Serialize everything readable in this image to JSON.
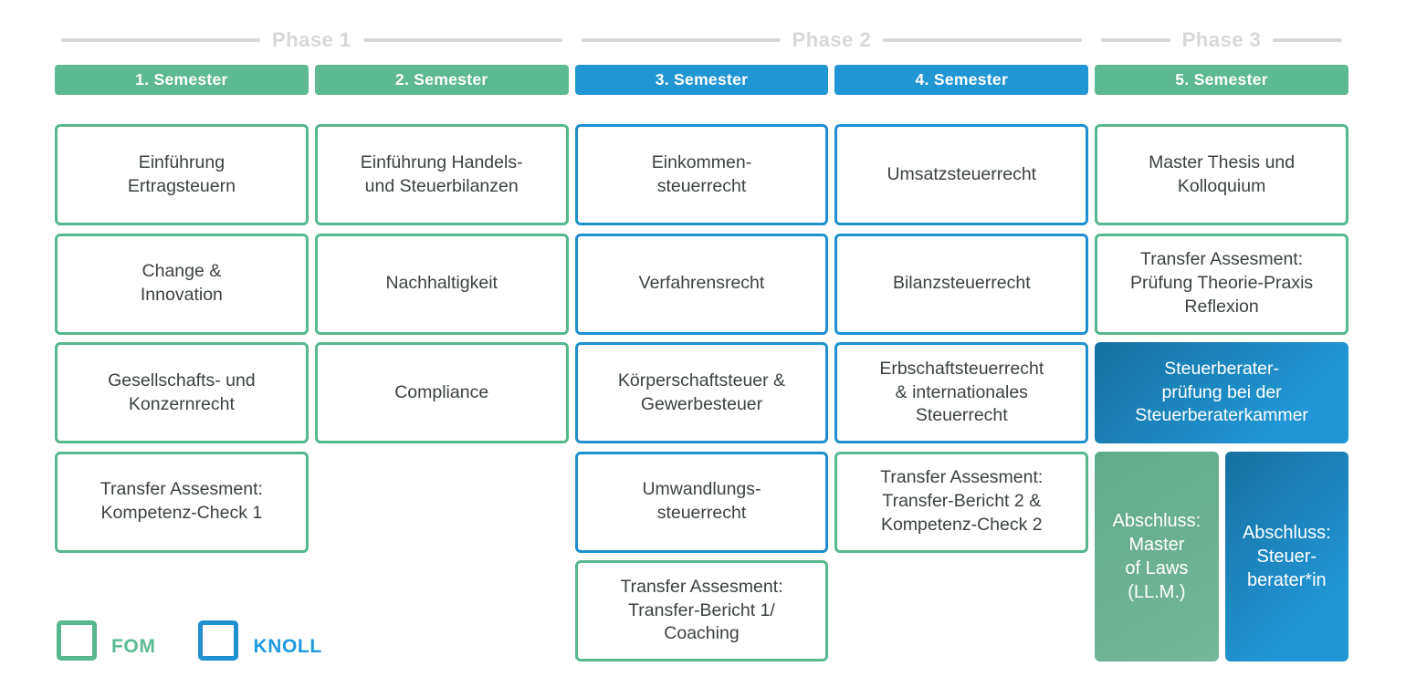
{
  "phases": [
    {
      "label": "Phase 1",
      "span": 2
    },
    {
      "label": "Phase 2",
      "span": 2
    },
    {
      "label": "Phase 3",
      "span": 1
    }
  ],
  "columns": [
    {
      "header": "1. Semester",
      "theme": "green",
      "courses": [
        {
          "title": "Einführung\nErtragsteuern",
          "variant": "outline-green"
        },
        {
          "title": "Change &\nInnovation",
          "variant": "outline-green"
        },
        {
          "title": "Gesellschafts- und\nKonzernrecht",
          "variant": "outline-green"
        },
        {
          "title": "Transfer Assesment:\nKompetenz-Check 1",
          "variant": "outline-green"
        }
      ]
    },
    {
      "header": "2. Semester",
      "theme": "green",
      "courses": [
        {
          "title": "Einführung Handels-\nund Steuerbilanzen",
          "variant": "outline-green"
        },
        {
          "title": "Nachhaltigkeit",
          "variant": "outline-green"
        },
        {
          "title": "Compliance",
          "variant": "outline-green"
        }
      ]
    },
    {
      "header": "3. Semester",
      "theme": "blue",
      "courses": [
        {
          "title": "Einkommen-\nsteuerrecht",
          "variant": "outline-blue"
        },
        {
          "title": "Verfahrensrecht",
          "variant": "outline-blue"
        },
        {
          "title": "Körperschaftsteuer &\nGewerbesteuer",
          "variant": "outline-blue"
        },
        {
          "title": "Umwandlungs-\nsteuerrecht",
          "variant": "outline-blue"
        },
        {
          "title": "Transfer Assesment:\nTransfer-Bericht 1/\nCoaching",
          "variant": "outline-green"
        }
      ]
    },
    {
      "header": "4. Semester",
      "theme": "blue",
      "courses": [
        {
          "title": "Umsatzsteuerrecht",
          "variant": "outline-blue"
        },
        {
          "title": "Bilanzsteuerrecht",
          "variant": "outline-blue"
        },
        {
          "title": "Erbschaftsteuerrecht\n& internationales\nSteuerrecht",
          "variant": "outline-blue"
        },
        {
          "title": "Transfer Assesment:\nTransfer-Bericht 2 &\nKompetenz-Check 2",
          "variant": "outline-green"
        }
      ]
    },
    {
      "header": "5. Semester",
      "theme": "green",
      "courses": [
        {
          "title": "Master Thesis und\nKolloquium",
          "variant": "outline-green"
        },
        {
          "title": "Transfer Assesment:\nPrüfung Theorie-Praxis\nReflexion",
          "variant": "outline-green"
        },
        {
          "title": "Steuerberater-\nprüfung bei der\nSteuerberaterkammer",
          "variant": "filled-blue"
        }
      ],
      "finals": [
        {
          "title": "Abschluss:\nMaster\nof Laws\n(LL.M.)",
          "variant": "filled-green"
        },
        {
          "title": "Abschluss:\nSteuer-\nberater*in",
          "variant": "filled-blue"
        }
      ]
    }
  ],
  "legend": [
    {
      "label": "FOM",
      "theme": "green"
    },
    {
      "label": "KNOLL",
      "theme": "blue"
    }
  ],
  "colors": {
    "green": "#57b78e",
    "greenFill": "#5cb991",
    "greenMuted": "#6cb293",
    "blue": "#1f90cf",
    "blueFill": "#2196d4",
    "blueDark": "#16709f",
    "blueBright": "#1f9ade",
    "gray": "#d8d8d8",
    "text": "#3b4241"
  }
}
